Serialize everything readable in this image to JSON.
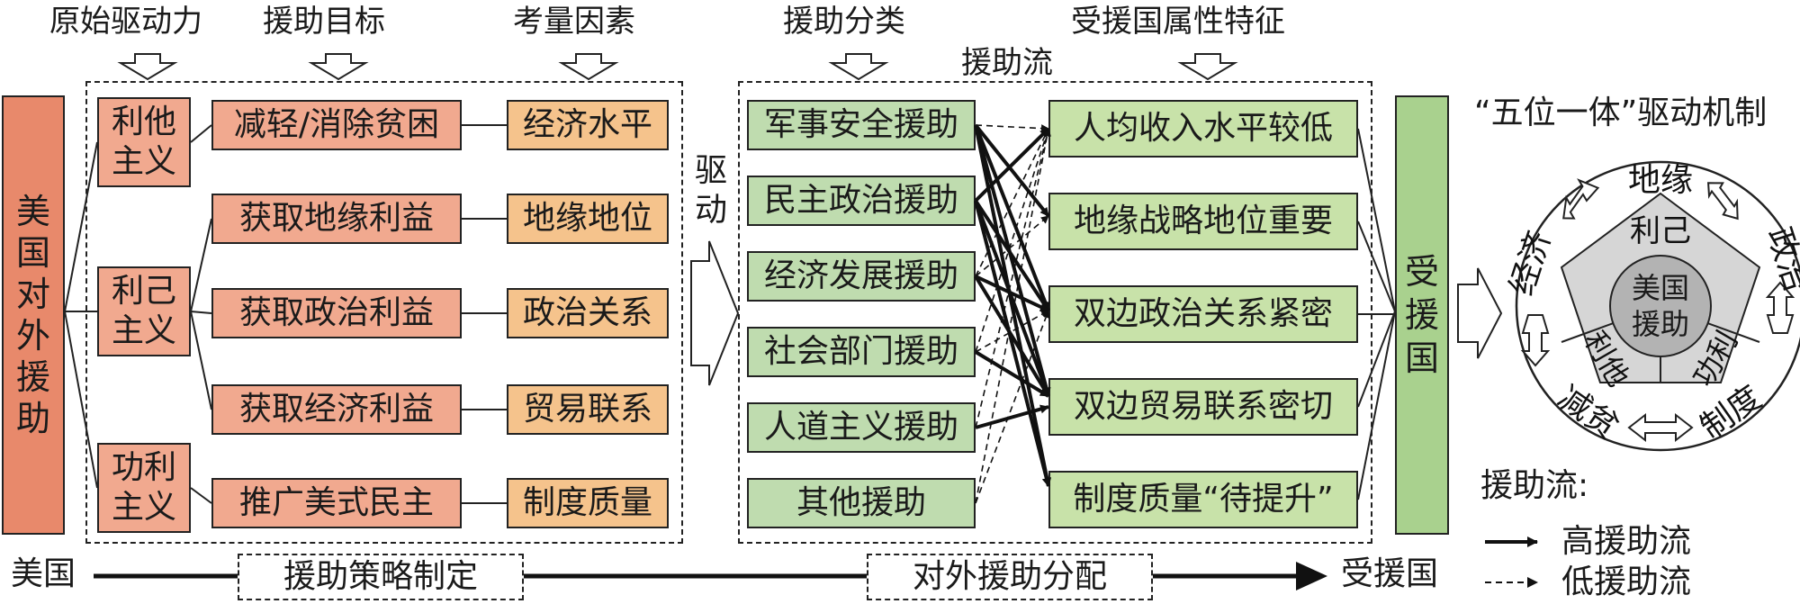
{
  "headers": {
    "drivers": "原始驱动力",
    "goals": "援助目标",
    "factors": "考量因素",
    "categories": "援助分类",
    "recipient_traits": "受援国属性特征",
    "aid_flow": "援助流"
  },
  "us_aid": "美国对外援助",
  "motives": [
    "利他主义",
    "利己主义",
    "功利主义"
  ],
  "goals": [
    "减轻/消除贫困",
    "获取地缘利益",
    "获取政治利益",
    "获取经济利益",
    "推广美式民主"
  ],
  "factors": [
    "经济水平",
    "地缘地位",
    "政治关系",
    "贸易联系",
    "制度质量"
  ],
  "drive_label": "驱动",
  "aid_categories": [
    "军事安全援助",
    "民主政治援助",
    "经济发展援助",
    "社会部门援助",
    "人道主义援助",
    "其他援助"
  ],
  "recipient_traits": [
    "人均收入水平较低",
    "地缘战略地位重要",
    "双边政治关系紧密",
    "双边贸易联系密切",
    "制度质量“待提升”"
  ],
  "recipient": "受援国",
  "mechanism": {
    "title": "“五位一体”驱动机制",
    "outer": [
      "地缘",
      "政治",
      "制度",
      "减贫",
      "经济"
    ],
    "inner_top": "利己",
    "inner_left": "利他",
    "inner_right": "功利",
    "core": "美国援助"
  },
  "legend": {
    "title": "援助流:",
    "high": "高援助流",
    "low": "低援助流"
  },
  "timeline": {
    "start": "美国",
    "stage1": "援助策略制定",
    "stage2": "对外援助分配",
    "end": "受援国"
  },
  "colors": {
    "us_box": "#e8896b",
    "motive": "#f1a98f",
    "goal": "#f1a98f",
    "factor": "#f5c38c",
    "category": "#bfdcaf",
    "trait": "#c8e2a9",
    "recipient": "#a9d18e"
  }
}
